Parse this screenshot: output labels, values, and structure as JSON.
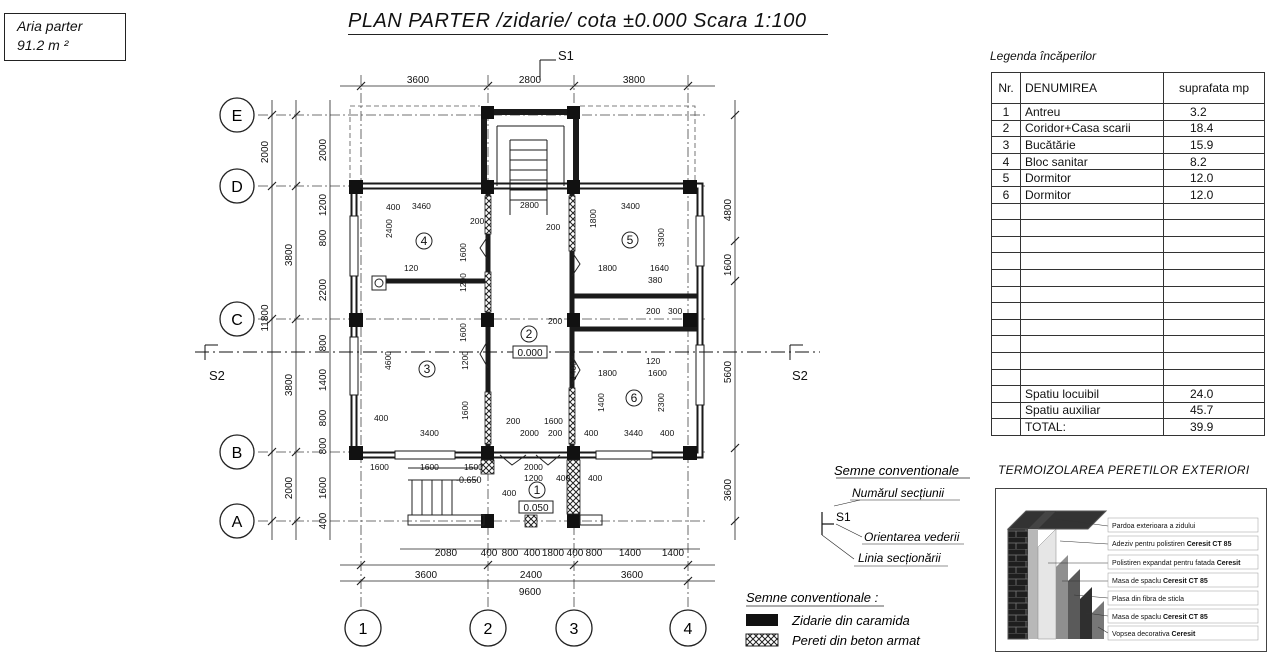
{
  "area": {
    "label": "Aria parter",
    "value": "91.2 m ²"
  },
  "title": "PLAN PARTER /zidarie/ cota ±0.000 Scara 1:100",
  "legend": {
    "title": "Legenda încăperilor",
    "headers": {
      "nr": "Nr.",
      "name": "DENUMIREA",
      "area": "suprafata mp"
    },
    "rows": [
      {
        "nr": "1",
        "name": "Antreu",
        "area": "3.2"
      },
      {
        "nr": "2",
        "name": "Coridor+Casa scarii",
        "area": "18.4"
      },
      {
        "nr": "3",
        "name": "Bucătărie",
        "area": "15.9"
      },
      {
        "nr": "4",
        "name": "Bloc sanitar",
        "area": "8.2"
      },
      {
        "nr": "5",
        "name": " Dormitor",
        "area": "12.0"
      },
      {
        "nr": "6",
        "name": " Dormitor",
        "area": "12.0"
      }
    ],
    "totals": [
      {
        "name": "Spatiu locuibil",
        "area": "24.0"
      },
      {
        "name": "Spatiu auxiliar",
        "area": "45.7"
      },
      {
        "name": "TOTAL:",
        "area": "39.9"
      }
    ]
  },
  "axes": {
    "rows": [
      "E",
      "D",
      "C",
      "B",
      "A"
    ],
    "cols": [
      "1",
      "2",
      "3",
      "4"
    ]
  },
  "section": {
    "label": "S1",
    "label2": "S2"
  },
  "dims": {
    "top": [
      "3600",
      "2800",
      "3800"
    ],
    "bottom_detail": [
      "2080",
      "400",
      "800",
      "400",
      "1800",
      "400",
      "800",
      "1400",
      "1400"
    ],
    "bottom": [
      "3600",
      "2400",
      "3600"
    ],
    "total": "9600",
    "left_outer": [
      "2000",
      "3800",
      "3800",
      "2000"
    ],
    "left_total": "11800",
    "left_inner": [
      "2000",
      "1200",
      "800",
      "2200",
      "800",
      "1400",
      "800",
      "800",
      "1600",
      "400"
    ],
    "right": [
      "4800",
      "1600",
      "5600",
      "3600"
    ]
  },
  "room_labels": {
    "r1": "1",
    "r2": "2",
    "r3": "3",
    "r4": "4",
    "r5": "5",
    "r6": "6",
    "lvl2": "0.000",
    "lvl1": "0.050",
    "lvl_step": "-0.650"
  },
  "inner_dims": [
    "3460",
    "2400",
    "120",
    "3400",
    "4600",
    "1200",
    "1600",
    "200",
    "2800",
    "3400",
    "1800",
    "3300",
    "1800",
    "1640",
    "380",
    "200",
    "300",
    "120",
    "1800",
    "1600",
    "2300",
    "3440",
    "2000",
    "1600",
    "200",
    "1200",
    "1600",
    "1500",
    "400",
    "400",
    "1600",
    "2000",
    "400",
    "1400",
    "1200",
    "1600",
    "400",
    "1400",
    "1600",
    "200",
    "400",
    "200",
    "400",
    "400",
    "200"
  ],
  "conventions": {
    "title": "Semne conventionale",
    "item1": "Numărul secțiunii",
    "item2": "Orientarea vederii",
    "item3": "Linia secționării",
    "section": "S1"
  },
  "materials": {
    "title": "Semne conventionale :",
    "brick": "Zidarie din caramida",
    "concrete": "Pereti din beton armat"
  },
  "insulation": {
    "title": "TERMOIZOLAREA PERETILOR EXTERIORI",
    "layers": [
      {
        "text": "Pardoa exterioara a zidului",
        "bold": ""
      },
      {
        "text": "Adeziv pentru polistiren ",
        "bold": "Ceresit CT 85"
      },
      {
        "text": "Polistiren expandat pentru fatada ",
        "bold": "Ceresit"
      },
      {
        "text": "Masa de spaclu ",
        "bold": "Ceresit CT 85"
      },
      {
        "text": "Plasa din fibra de sticla",
        "bold": ""
      },
      {
        "text": "Masa de spaclu ",
        "bold": "Ceresit CT 85"
      },
      {
        "text": "Vopsea decorativa ",
        "bold": "Ceresit"
      }
    ]
  },
  "colors": {
    "ink": "#111111",
    "wall": "#1a1a1a",
    "grid": "#333333",
    "paper": "#ffffff"
  }
}
